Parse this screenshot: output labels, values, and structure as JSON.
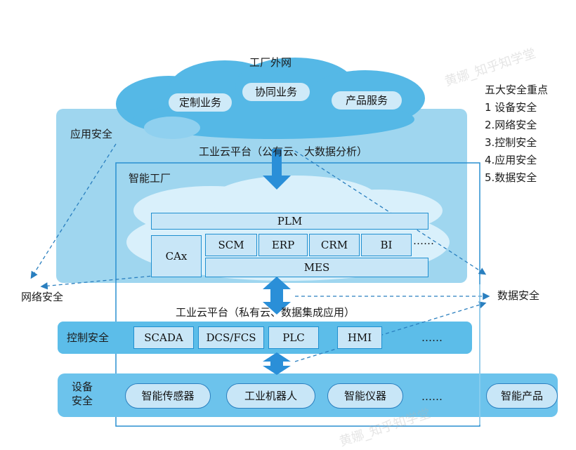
{
  "diagram": {
    "factory_extranet": "工厂外网",
    "cloud_services": [
      "定制业务",
      "协同业务",
      "产品服务"
    ],
    "app_security": "应用安全",
    "public_cloud": "工业云平台（公有云、大数据分析）",
    "smart_factory": "智能工厂",
    "plm": "PLM",
    "cax": "CAx",
    "modules": [
      "SCM",
      "ERP",
      "CRM",
      "BI"
    ],
    "modules_more": "……",
    "mes": "MES",
    "network_security": "网络安全",
    "data_security": "数据安全",
    "private_cloud": "工业云平台（私有云、数据集成应用）",
    "control_security": "控制安全",
    "control_items": [
      "SCADA",
      "DCS/FCS",
      "PLC",
      "HMI"
    ],
    "control_more": "……",
    "device_security": [
      "设备",
      "安全"
    ],
    "device_items": [
      "智能传感器",
      "工业机器人",
      "智能仪器"
    ],
    "device_more": "……",
    "smart_product": "智能产品",
    "key_points": {
      "title": "五大安全重点",
      "items": [
        "1 设备安全",
        "2.网络安全",
        "3.控制安全",
        "4.应用安全",
        "5.数据安全"
      ]
    },
    "watermark": "黄娜_知乎知学堂"
  }
}
